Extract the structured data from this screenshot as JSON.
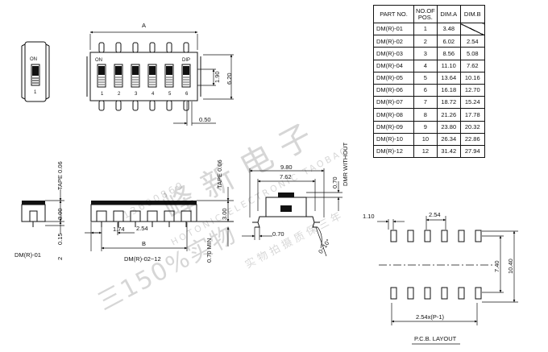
{
  "table": {
    "headers": {
      "part": "PART NO.",
      "pos_line1": "NO.OF",
      "pos_line2": "POS.",
      "dima": "DIM.A",
      "dimb": "DIM.B"
    },
    "rows": [
      {
        "part": "DM(R)-01",
        "pos": "1",
        "dima": "3.48",
        "dimb": ""
      },
      {
        "part": "DM(R)-02",
        "pos": "2",
        "dima": "6.02",
        "dimb": "2.54"
      },
      {
        "part": "DM(R)-03",
        "pos": "3",
        "dima": "8.56",
        "dimb": "5.08"
      },
      {
        "part": "DM(R)-04",
        "pos": "4",
        "dima": "11.10",
        "dimb": "7.62"
      },
      {
        "part": "DM(R)-05",
        "pos": "5",
        "dima": "13.64",
        "dimb": "10.16"
      },
      {
        "part": "DM(R)-06",
        "pos": "6",
        "dima": "16.18",
        "dimb": "12.70"
      },
      {
        "part": "DM(R)-07",
        "pos": "7",
        "dima": "18.72",
        "dimb": "15.24"
      },
      {
        "part": "DM(R)-08",
        "pos": "8",
        "dima": "21.26",
        "dimb": "17.78"
      },
      {
        "part": "DM(R)-09",
        "pos": "9",
        "dima": "23.80",
        "dimb": "20.32"
      },
      {
        "part": "DM(R)-10",
        "pos": "10",
        "dima": "26.34",
        "dimb": "22.86"
      },
      {
        "part": "DM(R)-12",
        "pos": "12",
        "dima": "31.42",
        "dimb": "27.94"
      }
    ]
  },
  "top_view": {
    "dim_a": "A",
    "on": "ON",
    "dip": "DIP",
    "pins": [
      "1",
      "2",
      "3",
      "4",
      "5",
      "6"
    ],
    "dim_height_inner": "1.90",
    "dim_height_outer": "6.20",
    "dim_gap": "0.50"
  },
  "single_view": {
    "on": "ON",
    "pin": "1"
  },
  "side_single": {
    "tape_label": "TAPE 0.06",
    "height": "3.00",
    "standoff": "0.15",
    "tilde": "2",
    "caption": "DM(R)-01"
  },
  "side_multi": {
    "tape_label": "TAPE 0.06",
    "height": "3.00",
    "dim_174": "1.74",
    "dim_254": "2.54",
    "dim_b": "B",
    "min_label": "0.70 MIN",
    "caption": "DM(R)-02~12"
  },
  "end_view": {
    "dim_980": "9.80",
    "dim_762": "7.62",
    "dim_070_top": "0.70",
    "dmr_without": "DMR WITHOUT",
    "dim_070_bottom": "0.70",
    "angle": "0~10°"
  },
  "pcb": {
    "dim_110": "1.10",
    "dim_254": "2.54",
    "dim_740": "7.40",
    "dim_1040": "10.40",
    "bottom_dim": "2.54x(P-1)",
    "caption": "P.C.B. LAYOUT"
  },
  "watermark": {
    "chinese": "峰新电子",
    "brand": "HOTONIC ELECTRONIC  TAOBAO",
    "phone": "13600869",
    "cn_small": "实 物 拍 摄  质 保 三 年",
    "big": "三150%实物"
  }
}
